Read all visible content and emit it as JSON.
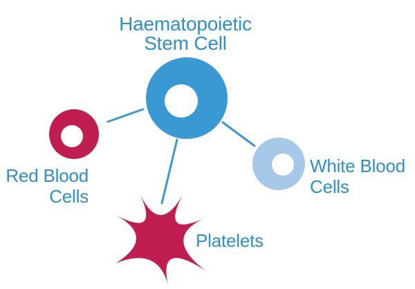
{
  "diagram": {
    "type": "cell-differentiation",
    "background": "#ffffff",
    "nodes": [
      {
        "id": "stem_cell",
        "label": "Haematopoietic Stem Cell",
        "shape": "circle-with-nucleus",
        "color": "#3899d3"
      },
      {
        "id": "red_blood_cells",
        "label": "Red Blood Cells",
        "shape": "circle-with-nucleus",
        "color": "#c01d51"
      },
      {
        "id": "white_blood_cells",
        "label": "White Blood Cells",
        "shape": "circle-with-nucleus",
        "color": "#a6c8e9"
      },
      {
        "id": "platelets",
        "label": "Platelets",
        "shape": "spiky-splat",
        "color": "#c01d51"
      }
    ],
    "edges": [
      {
        "from": "stem_cell",
        "to": "red_blood_cells"
      },
      {
        "from": "stem_cell",
        "to": "platelets"
      },
      {
        "from": "stem_cell",
        "to": "white_blood_cells"
      }
    ]
  },
  "labels": {
    "stem_cell": "Haematopoietic\nStem Cell",
    "red_blood_cells": "Red Blood\nCells",
    "white_blood_cells": "White Blood\nCells",
    "platelets": "Platelets"
  },
  "colors": {
    "stem_blue": "#3899d3",
    "light_blue": "#a6c8e9",
    "crimson": "#c01d51",
    "inner_white": "#ffffff",
    "connector_blue": "#3899d3",
    "label_blue": "#2b90cf"
  }
}
